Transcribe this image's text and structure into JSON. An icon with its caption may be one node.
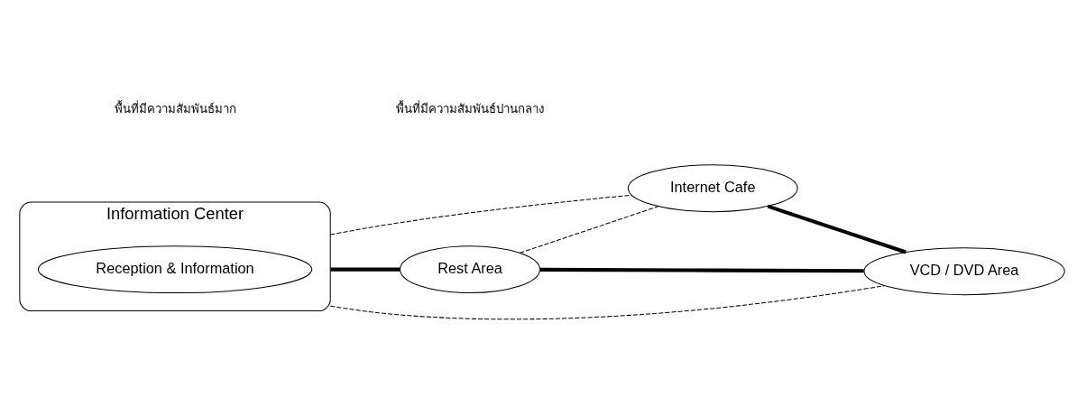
{
  "diagram": {
    "nodes": [
      {
        "text": [
          "Information Center"
        ]
      },
      {
        "text": [
          "Reception & Information"
        ],
        "in": 0
      },
      {
        "text": [
          "Internet Cafe"
        ]
      },
      {
        "text": [
          "Rest Area"
        ]
      },
      {
        "text": [
          "VCD / DVD Area"
        ]
      }
    ],
    "edges": [
      {
        "from": 0,
        "to": 2,
        "arrow": "none",
        "style": "dashed"
      },
      {
        "from": 0,
        "to": 3,
        "arrow": "none",
        "style": "thick"
      },
      {
        "from": 0,
        "to": 4,
        "arrow": "none",
        "style": "dashed"
      },
      {
        "from": 3,
        "to": 2,
        "arrow": "none",
        "style": "dashed"
      },
      {
        "from": 2,
        "to": 4,
        "arrow": "none",
        "style": "thick"
      },
      {
        "from": 3,
        "to": 4,
        "arrow": "none",
        "style": "thick"
      }
    ],
    "legend": [
      {
        "text": "พื้นที่มีความสัมพันธ์มาก"
      },
      {
        "text": "พื้นที่มีความสัมพันธ์ปานกลาง"
      }
    ]
  }
}
